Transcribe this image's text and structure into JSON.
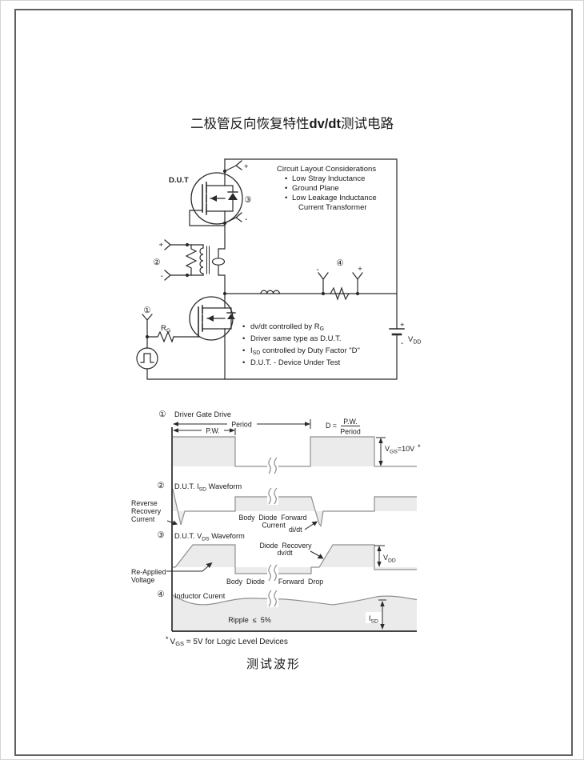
{
  "page": {
    "title_pre": "二极管反向恢复特性",
    "title_mid": "dv/dt",
    "title_post": "测试电路",
    "caption": "测试波形"
  },
  "colors": {
    "ink": "#1a1a1a",
    "wire": "#2a2a2a",
    "wave_stroke": "#8f8f8f",
    "wave_fill": "#ebebeb",
    "frame": "#5f5f5f"
  },
  "circuit": {
    "dut_label": "D.U.T",
    "marker1": "①",
    "marker2": "②",
    "marker3": "③",
    "marker4": "④",
    "plus": "+",
    "minus": "-",
    "rg": {
      "pre": "R",
      "sub": "G"
    },
    "vdd": {
      "pre": "V",
      "sub": "DD"
    },
    "layout_note": {
      "title": "Circuit Layout Considerations",
      "bullet": "•",
      "items": [
        "Low Stray Inductance",
        "Ground Plane",
        "Low Leakage Inductance"
      ],
      "continuation": "Current Transformer"
    },
    "notes": {
      "bullet": "•",
      "n1": {
        "pre": "dv/dt controlled by R",
        "sub": "G"
      },
      "n2": "Driver same type as D.U.T.",
      "n3": {
        "pre": "I",
        "sub": "SD",
        "post": " controlled by Duty Factor \"D\""
      },
      "n4": "D.U.T. - Device Under Test"
    }
  },
  "waveforms": {
    "wf1": {
      "num": "①",
      "label": "Driver Gate Drive",
      "pw": "P.W.",
      "period": "Period",
      "d_prefix": "D =",
      "frac_num": "P.W.",
      "frac_den": "Period",
      "vgs": {
        "pre": "V",
        "sub": "GS",
        "post": "=10V",
        "star": "*"
      }
    },
    "wf2": {
      "num": "②",
      "label_pre": "D.U.T. I",
      "label_sub": "SD",
      "label_post": " Waveform",
      "left1": "Reverse",
      "left2": "Recovery",
      "left3": "Current",
      "mid1": "Body  Diode  Forward",
      "mid2": "Current",
      "didt": "di/dt"
    },
    "wf3": {
      "num": "③",
      "label_pre": "D.U.T. V",
      "label_sub": "DS",
      "label_post": " Waveform",
      "left1": "Re-Applied",
      "left2": "Voltage",
      "rec1": "Diode  Recovery",
      "rec2": "dv/dt",
      "drop1": "Body  Diode",
      "drop2": "Forward  Drop",
      "vdd": {
        "pre": "V",
        "sub": "DD"
      }
    },
    "wf4": {
      "num": "④",
      "label": "Inductor Curent",
      "ripple": "Ripple  ≤  5%",
      "isd": {
        "pre": "I",
        "sub": "SD"
      }
    },
    "footnote": {
      "star": "*",
      "pre": "V",
      "sub": "GS",
      "post": " = 5V for Logic Level Devices"
    }
  }
}
